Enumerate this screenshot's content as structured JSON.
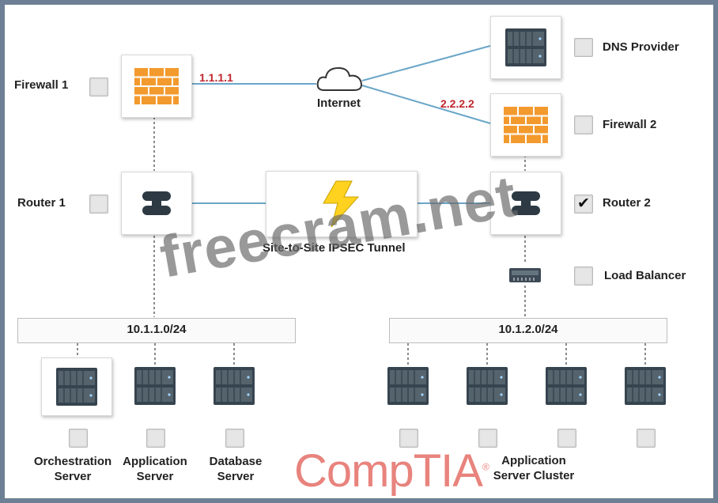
{
  "labels": {
    "firewall1": "Firewall 1",
    "router1": "Router 1",
    "internet": "Internet",
    "tunnel": "Site-to-Site IPSEC Tunnel",
    "dns_provider": "DNS Provider",
    "firewall2": "Firewall 2",
    "router2": "Router 2",
    "load_balancer": "Load Balancer",
    "subnet_left": "10.1.1.0/24",
    "subnet_right": "10.1.2.0/24",
    "orchestration_server": "Orchestration\nServer",
    "application_server": "Application\nServer",
    "database_server": "Database\nServer",
    "app_cluster": "Application\nServer Cluster"
  },
  "ips": {
    "fw1": "1.1.1.1",
    "fw2": "2.2.2.2"
  },
  "checkboxes": {
    "firewall1": false,
    "router1": false,
    "dns_provider": false,
    "firewall2": false,
    "router2": true,
    "load_balancer": false,
    "orchestration_server": false,
    "application_server": false,
    "database_server": false,
    "cluster_1": false,
    "cluster_2": false,
    "cluster_3": false,
    "cluster_4": false
  },
  "watermark": "freecram.net",
  "logo": "CompTIA",
  "icons": {
    "firewall": "firewall-brick-icon",
    "router": "router-icon",
    "server": "server-rack-icon",
    "cloud": "cloud-icon",
    "tunnel": "lightning-bolt-icon",
    "load_balancer": "load-balancer-icon"
  },
  "colors": {
    "link": "#6aa6c8",
    "ip_text": "#c0262d",
    "brick": "#f39a2e",
    "bolt": "#ffd21f",
    "logo": "#e8837d"
  }
}
